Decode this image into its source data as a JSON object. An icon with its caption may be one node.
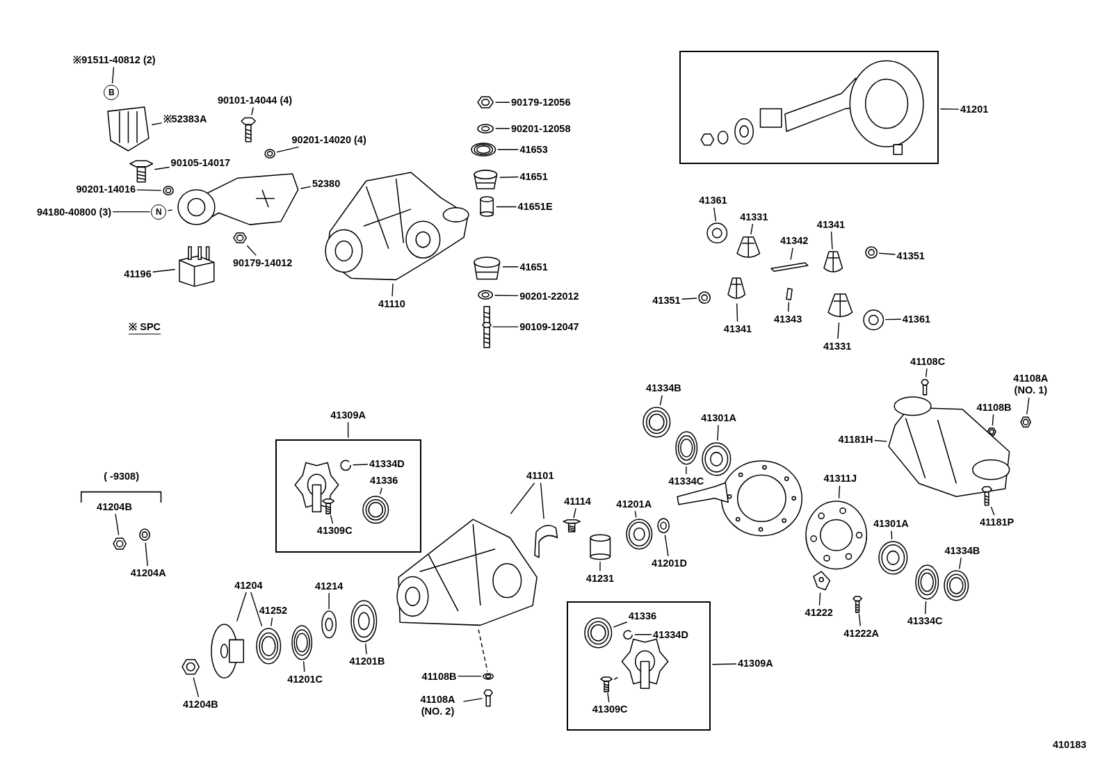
{
  "diagram": {
    "nodes": [
      {
        "text": [
          "※91511-40812 (2)"
        ]
      },
      {
        "text": [
          "B"
        ]
      },
      {
        "text": [],
        "shape": "picture"
      },
      {
        "text": [
          "※52383A"
        ]
      },
      {
        "text": [
          "90101-14044 (4)"
        ]
      },
      {
        "text": [],
        "shape": "picture"
      },
      {
        "text": [
          "90201-14020 (4)"
        ]
      },
      {
        "text": [],
        "shape": "picture"
      },
      {
        "text": [
          "90105-14017"
        ]
      },
      {
        "text": [],
        "shape": "picture"
      },
      {
        "text": [
          "90201-14016"
        ]
      },
      {
        "text": [],
        "shape": "picture"
      },
      {
        "text": [
          "52380"
        ]
      },
      {
        "text": [],
        "shape": "picture"
      },
      {
        "text": [
          "94180-40800 (3)"
        ]
      },
      {
        "text": [
          "N"
        ]
      },
      {
        "text": [],
        "shape": "picture"
      },
      {
        "text": [
          "90179-14012"
        ]
      },
      {
        "text": [],
        "shape": "picture"
      },
      {
        "text": [
          "41196"
        ]
      },
      {
        "text": [],
        "shape": "picture"
      },
      {
        "text": [
          "41110"
        ]
      },
      {
        "text": [],
        "shape": "picture"
      },
      {
        "text": [
          "90179-12056"
        ]
      },
      {
        "text": [],
        "shape": "picture"
      },
      {
        "text": [
          "90201-12058"
        ]
      },
      {
        "text": [],
        "shape": "picture"
      },
      {
        "text": [
          "41653"
        ]
      },
      {
        "text": [],
        "shape": "picture"
      },
      {
        "text": [
          "41651"
        ]
      },
      {
        "text": [],
        "shape": "cylinder"
      },
      {
        "text": [
          "41651E"
        ]
      },
      {
        "text": [],
        "shape": "picture"
      },
      {
        "text": [
          "41651"
        ]
      },
      {
        "text": [],
        "shape": "picture"
      },
      {
        "text": [
          "90201-22012"
        ]
      },
      {
        "text": [],
        "shape": "picture"
      },
      {
        "text": [
          "90109-12047"
        ]
      },
      {
        "text": [],
        "shape": "box"
      },
      {
        "text": [],
        "shape": "picture",
        "in": 38
      },
      {
        "text": [
          "41201"
        ]
      },
      {
        "text": [
          "41361"
        ]
      },
      {
        "text": [],
        "shape": "picture"
      },
      {
        "text": [
          "41331"
        ]
      },
      {
        "text": [],
        "shape": "picture"
      },
      {
        "text": [
          "41342"
        ]
      },
      {
        "text": [],
        "shape": "picture"
      },
      {
        "text": [
          "41341"
        ]
      },
      {
        "text": [],
        "shape": "picture"
      },
      {
        "text": [],
        "shape": "picture"
      },
      {
        "text": [
          "41351"
        ]
      },
      {
        "text": [
          "41351"
        ]
      },
      {
        "text": [],
        "shape": "picture"
      },
      {
        "text": [],
        "shape": "picture"
      },
      {
        "text": [
          "41341"
        ]
      },
      {
        "text": [],
        "shape": "bar"
      },
      {
        "text": [
          "41343"
        ]
      },
      {
        "text": [],
        "shape": "picture"
      },
      {
        "text": [
          "41331"
        ]
      },
      {
        "text": [],
        "shape": "picture"
      },
      {
        "text": [
          "41361"
        ]
      },
      {
        "text": [
          "41108C"
        ]
      },
      {
        "text": [],
        "shape": "picture"
      },
      {
        "text": [
          "41108A (NO. 1)"
        ]
      },
      {
        "text": [],
        "shape": "picture"
      },
      {
        "text": [
          "41108B"
        ]
      },
      {
        "text": [],
        "shape": "picture"
      },
      {
        "text": [],
        "shape": "picture"
      },
      {
        "text": [
          "41181H"
        ]
      },
      {
        "text": [],
        "shape": "picture"
      },
      {
        "text": [
          "41181P"
        ]
      },
      {
        "text": [
          "41334B"
        ]
      },
      {
        "text": [],
        "shape": "picture"
      },
      {
        "text": [
          "41301A"
        ]
      },
      {
        "text": [],
        "shape": "picture"
      },
      {
        "text": [],
        "shape": "picture"
      },
      {
        "text": [
          "41334C"
        ]
      },
      {
        "text": [],
        "shape": "picture"
      },
      {
        "text": [
          "41311J"
        ]
      },
      {
        "text": [],
        "shape": "picture"
      },
      {
        "text": [
          "41301A"
        ]
      },
      {
        "text": [],
        "shape": "picture"
      },
      {
        "text": [
          "41334B"
        ]
      },
      {
        "text": [],
        "shape": "picture"
      },
      {
        "text": [
          "41334C"
        ]
      },
      {
        "text": [],
        "shape": "picture"
      },
      {
        "text": [],
        "shape": "picture"
      },
      {
        "text": [
          "41222"
        ]
      },
      {
        "text": [],
        "shape": "picture"
      },
      {
        "text": [
          "41222A"
        ]
      },
      {
        "text": [
          "41101"
        ]
      },
      {
        "text": [],
        "shape": "picture"
      },
      {
        "text": [],
        "shape": "picture"
      },
      {
        "text": [
          "41114"
        ]
      },
      {
        "text": [],
        "shape": "picture"
      },
      {
        "text": [
          "41201A"
        ]
      },
      {
        "text": [],
        "shape": "picture"
      },
      {
        "text": [],
        "shape": "picture"
      },
      {
        "text": [
          "41201D"
        ]
      },
      {
        "text": [],
        "shape": "cylinder"
      },
      {
        "text": [
          "41231"
        ]
      },
      {
        "text": [
          "41309A"
        ]
      },
      {
        "text": [],
        "shape": "box"
      },
      {
        "text": [],
        "shape": "picture",
        "in": 102
      },
      {
        "text": [
          "41334D"
        ],
        "in": 102
      },
      {
        "text": [],
        "shape": "picture",
        "in": 102
      },
      {
        "text": [
          "41336"
        ],
        "in": 102
      },
      {
        "text": [],
        "shape": "picture",
        "in": 102
      },
      {
        "text": [],
        "shape": "picture",
        "in": 102
      },
      {
        "text": [
          "41309C"
        ],
        "in": 102
      },
      {
        "text": [
          "41204B"
        ]
      },
      {
        "text": [],
        "shape": "picture"
      },
      {
        "text": [],
        "shape": "picture"
      },
      {
        "text": [
          "41204A"
        ]
      },
      {
        "text": [
          "41204"
        ]
      },
      {
        "text": [],
        "shape": "picture"
      },
      {
        "text": [
          "41252"
        ]
      },
      {
        "text": [],
        "shape": "picture"
      },
      {
        "text": [],
        "shape": "picture"
      },
      {
        "text": [
          "41204B"
        ]
      },
      {
        "text": [],
        "shape": "picture"
      },
      {
        "text": [
          "41201C"
        ]
      },
      {
        "text": [
          "41214"
        ]
      },
      {
        "text": [],
        "shape": "picture"
      },
      {
        "text": [],
        "shape": "picture"
      },
      {
        "text": [
          "41201B"
        ]
      },
      {
        "text": [],
        "shape": "picture"
      },
      {
        "text": [
          "41108B"
        ]
      },
      {
        "text": [],
        "shape": "picture"
      },
      {
        "text": [
          "41108A (NO. 2)"
        ]
      },
      {
        "text": [],
        "shape": "box"
      },
      {
        "text": [],
        "shape": "picture",
        "in": 130
      },
      {
        "text": [
          "41336"
        ],
        "in": 130
      },
      {
        "text": [],
        "shape": "picture",
        "in": 130
      },
      {
        "text": [
          "41334D"
        ],
        "in": 130
      },
      {
        "text": [],
        "shape": "picture",
        "in": 130
      },
      {
        "text": [],
        "shape": "picture",
        "in": 130
      },
      {
        "text": [
          "41309C"
        ],
        "in": 130
      },
      {
        "text": [
          "41309A"
        ]
      }
    ],
    "edges": [
      {
        "from": 0,
        "to": 1,
        "arrow": "none"
      },
      {
        "from": 3,
        "to": 2,
        "arrow": "none"
      },
      {
        "from": 4,
        "to": 5,
        "arrow": "none"
      },
      {
        "from": 6,
        "to": 7,
        "arrow": "none"
      },
      {
        "from": 8,
        "to": 9,
        "arrow": "none"
      },
      {
        "from": 10,
        "to": 11,
        "arrow": "none"
      },
      {
        "from": 12,
        "to": 13,
        "arrow": "none"
      },
      {
        "from": 14,
        "to": 15,
        "arrow": "none"
      },
      {
        "from": 15,
        "to": 13,
        "arrow": "none",
        "style": "dashed"
      },
      {
        "from": 17,
        "to": 16,
        "arrow": "none"
      },
      {
        "from": 19,
        "to": 18,
        "arrow": "none"
      },
      {
        "from": 21,
        "to": 20,
        "arrow": "none"
      },
      {
        "from": 23,
        "to": 22,
        "arrow": "none"
      },
      {
        "from": 25,
        "to": 24,
        "arrow": "none"
      },
      {
        "from": 27,
        "to": 26,
        "arrow": "none"
      },
      {
        "from": 29,
        "to": 28,
        "arrow": "none"
      },
      {
        "from": 31,
        "to": 30,
        "arrow": "none"
      },
      {
        "from": 33,
        "to": 32,
        "arrow": "none"
      },
      {
        "from": 35,
        "to": 34,
        "arrow": "none"
      },
      {
        "from": 37,
        "to": 36,
        "arrow": "none"
      },
      {
        "from": 40,
        "to": 38,
        "arrow": "none"
      },
      {
        "from": 41,
        "to": 42,
        "arrow": "none"
      },
      {
        "from": 43,
        "to": 44,
        "arrow": "none"
      },
      {
        "from": 45,
        "to": 46,
        "arrow": "none"
      },
      {
        "from": 47,
        "to": 48,
        "arrow": "none"
      },
      {
        "from": 50,
        "to": 49,
        "arrow": "none"
      },
      {
        "from": 51,
        "to": 52,
        "arrow": "none"
      },
      {
        "from": 54,
        "to": 53,
        "arrow": "none"
      },
      {
        "from": 56,
        "to": 55,
        "arrow": "none"
      },
      {
        "from": 58,
        "to": 57,
        "arrow": "none"
      },
      {
        "from": 60,
        "to": 59,
        "arrow": "none"
      },
      {
        "from": 61,
        "to": 62,
        "arrow": "none"
      },
      {
        "from": 63,
        "to": 64,
        "arrow": "none"
      },
      {
        "from": 65,
        "to": 66,
        "arrow": "none"
      },
      {
        "from": 68,
        "to": 67,
        "arrow": "none"
      },
      {
        "from": 70,
        "to": 69,
        "arrow": "none"
      },
      {
        "from": 71,
        "to": 72,
        "arrow": "none"
      },
      {
        "from": 73,
        "to": 74,
        "arrow": "none"
      },
      {
        "from": 76,
        "to": 75,
        "arrow": "none"
      },
      {
        "from": 78,
        "to": 79,
        "arrow": "none"
      },
      {
        "from": 80,
        "to": 81,
        "arrow": "none"
      },
      {
        "from": 82,
        "to": 85,
        "arrow": "none"
      },
      {
        "from": 84,
        "to": 83,
        "arrow": "none"
      },
      {
        "from": 87,
        "to": 86,
        "arrow": "none"
      },
      {
        "from": 89,
        "to": 88,
        "arrow": "none"
      },
      {
        "from": 90,
        "to": 91,
        "arrow": "none"
      },
      {
        "from": 90,
        "to": 92,
        "arrow": "none"
      },
      {
        "from": 93,
        "to": 94,
        "arrow": "none"
      },
      {
        "from": 95,
        "to": 96,
        "arrow": "none"
      },
      {
        "from": 98,
        "to": 97,
        "arrow": "none"
      },
      {
        "from": 100,
        "to": 99,
        "arrow": "none"
      },
      {
        "from": 101,
        "to": 102,
        "arrow": "none"
      },
      {
        "from": 104,
        "to": 105,
        "arrow": "none"
      },
      {
        "from": 106,
        "to": 107,
        "arrow": "none"
      },
      {
        "from": 109,
        "to": 108,
        "arrow": "none"
      },
      {
        "from": 110,
        "to": 111,
        "arrow": "none"
      },
      {
        "from": 113,
        "to": 112,
        "arrow": "none"
      },
      {
        "from": 114,
        "to": 115,
        "arrow": "none"
      },
      {
        "from": 114,
        "to": 117,
        "arrow": "none"
      },
      {
        "from": 116,
        "to": 117,
        "arrow": "none"
      },
      {
        "from": 119,
        "to": 118,
        "arrow": "none"
      },
      {
        "from": 121,
        "to": 120,
        "arrow": "none"
      },
      {
        "from": 122,
        "to": 123,
        "arrow": "none"
      },
      {
        "from": 125,
        "to": 124,
        "arrow": "none"
      },
      {
        "from": 91,
        "to": 126,
        "arrow": "none",
        "style": "dashed"
      },
      {
        "from": 127,
        "to": 126,
        "arrow": "none"
      },
      {
        "from": 129,
        "to": 128,
        "arrow": "none"
      },
      {
        "from": 132,
        "to": 131,
        "arrow": "none"
      },
      {
        "from": 134,
        "to": 133,
        "arrow": "none"
      },
      {
        "from": 136,
        "to": 135,
        "arrow": "none",
        "style": "dashed"
      },
      {
        "from": 137,
        "to": 136,
        "arrow": "none"
      },
      {
        "from": 138,
        "to": 130,
        "arrow": "none"
      }
    ],
    "labels": [
      "※ SPC",
      "( -9308)",
      "410183"
    ]
  }
}
